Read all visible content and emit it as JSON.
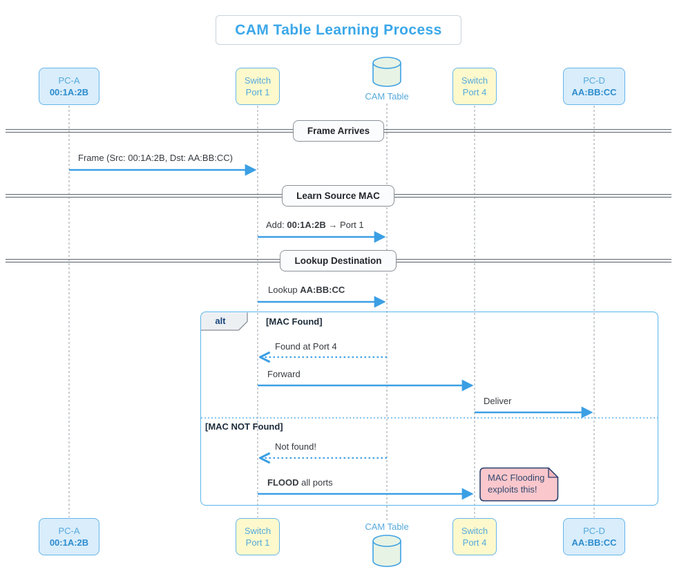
{
  "title": "CAM Table Learning Process",
  "colors": {
    "accent": "#3AA7E9",
    "arrow": "#3B9FE4",
    "actor_border": "#66B5E8",
    "actor_blue_fill": "#D9EDFB",
    "actor_yellow_fill": "#FDF9CC",
    "actor_text": "#55A9DC",
    "actor_mac_text": "#2C8CCE",
    "cylinder_fill": "#E7F3E4",
    "cylinder_border": "#3DA2E4",
    "lifeline": "#A6ADB5",
    "divider_line": "#6E757E",
    "divider_label_text": "#22262C",
    "alt_border": "#58B6EC",
    "alt_tab_fill": "#EDF0F3",
    "alt_label_text": "#17427C",
    "section_label_text": "#1C2B3A",
    "message_text": "#363B40",
    "note_fill": "#F9C7CC",
    "note_border": "#27406E",
    "note_text": "#33486E"
  },
  "actors": {
    "pc_a": {
      "name": "PC-A",
      "mac": "00:1A:2B"
    },
    "switch_port_1": {
      "line1": "Switch",
      "line2": "Port 1"
    },
    "cam_table": {
      "label": "CAM Table"
    },
    "switch_port_4": {
      "line1": "Switch",
      "line2": "Port 4"
    },
    "pc_d": {
      "name": "PC-D",
      "mac": "AA:BB:CC"
    }
  },
  "dividers": {
    "frame_arrives": "Frame Arrives",
    "learn_source_mac": "Learn Source MAC",
    "lookup_destination": "Lookup Destination"
  },
  "messages": {
    "frame": {
      "text": "Frame (Src: 00:1A:2B, Dst: AA:BB:CC)"
    },
    "add": {
      "prefix": "Add: ",
      "bold": "00:1A:2B",
      "suffix": " → Port 1"
    },
    "lookup": {
      "prefix": "Lookup ",
      "bold": "AA:BB:CC",
      "suffix": ""
    },
    "found_at_port": {
      "text": "Found at Port 4"
    },
    "forward": {
      "text": "Forward"
    },
    "deliver": {
      "text": "Deliver"
    },
    "not_found": {
      "text": "Not found!"
    },
    "flood": {
      "prefix": "",
      "bold": "FLOOD",
      "suffix": " all ports"
    }
  },
  "alt": {
    "label": "alt",
    "case_found": "[MAC Found]",
    "case_not_found": "[MAC NOT Found]"
  },
  "note": {
    "text": "MAC Flooding exploits this!"
  }
}
